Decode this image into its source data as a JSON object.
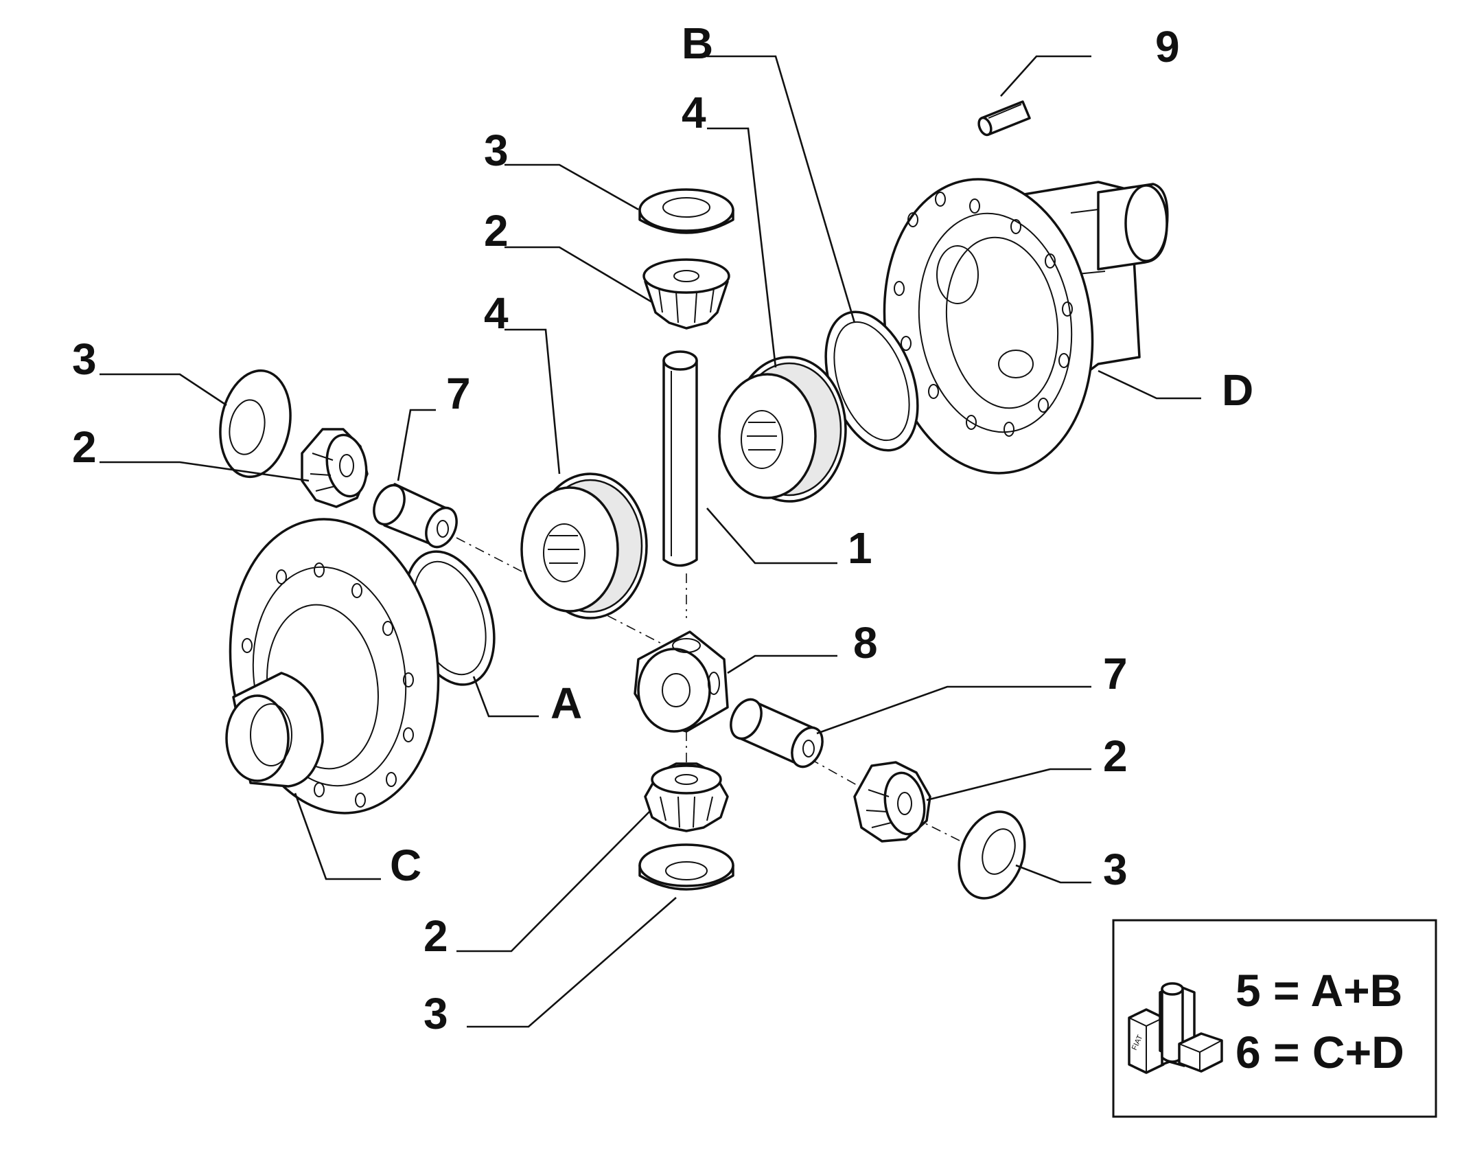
{
  "callouts": {
    "B": "B",
    "n9": "9",
    "n4_top": "4",
    "n3_top": "3",
    "n2_top": "2",
    "n4_mid": "4",
    "n3_left": "3",
    "n7_left": "7",
    "n2_left": "2",
    "D": "D",
    "n1": "1",
    "n8": "8",
    "A": "A",
    "n7_right": "7",
    "n2_right": "2",
    "C": "C",
    "n3_right": "3",
    "n2_bottom": "2",
    "n3_bottom": "3"
  },
  "legend": {
    "line1": "5 = A+B",
    "line2": "6 = C+D",
    "brand_mark": "FIAT"
  }
}
